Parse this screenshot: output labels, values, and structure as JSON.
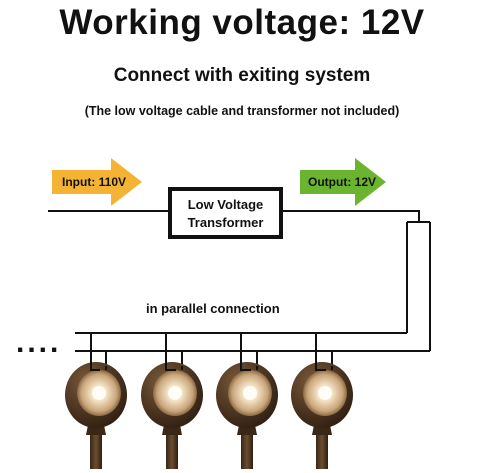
{
  "header": {
    "title": "Working voltage: 12V",
    "subtitle": "Connect with exiting system",
    "note": "(The low voltage cable and transformer not included)"
  },
  "diagram": {
    "input_label": "Input: 110V",
    "transformer_line1": "Low Voltage",
    "transformer_line2": "Transformer",
    "output_label": "Output: 12V",
    "connection_label": "in parallel connection",
    "ellipsis": "....",
    "input_arrow_color": "#f5b335",
    "output_arrow_color": "#6ab42f",
    "light_count": 4
  }
}
